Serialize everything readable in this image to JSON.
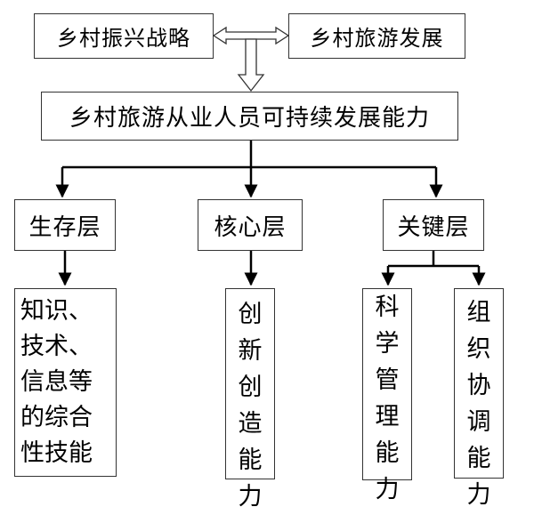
{
  "top": {
    "strategy": "乡村振兴战略",
    "tourism_development": "乡村旅游发展"
  },
  "center": {
    "title": "乡村旅游从业人员可持续发展能力"
  },
  "layers": {
    "survival": "生存层",
    "core": "核心层",
    "key": "关键层"
  },
  "leaves": {
    "survival_skills": "知识、技术、信息等的综合性技能",
    "innovation": "创新创造能力",
    "management": "科学管理能力",
    "coordination": "组织协调能力"
  }
}
